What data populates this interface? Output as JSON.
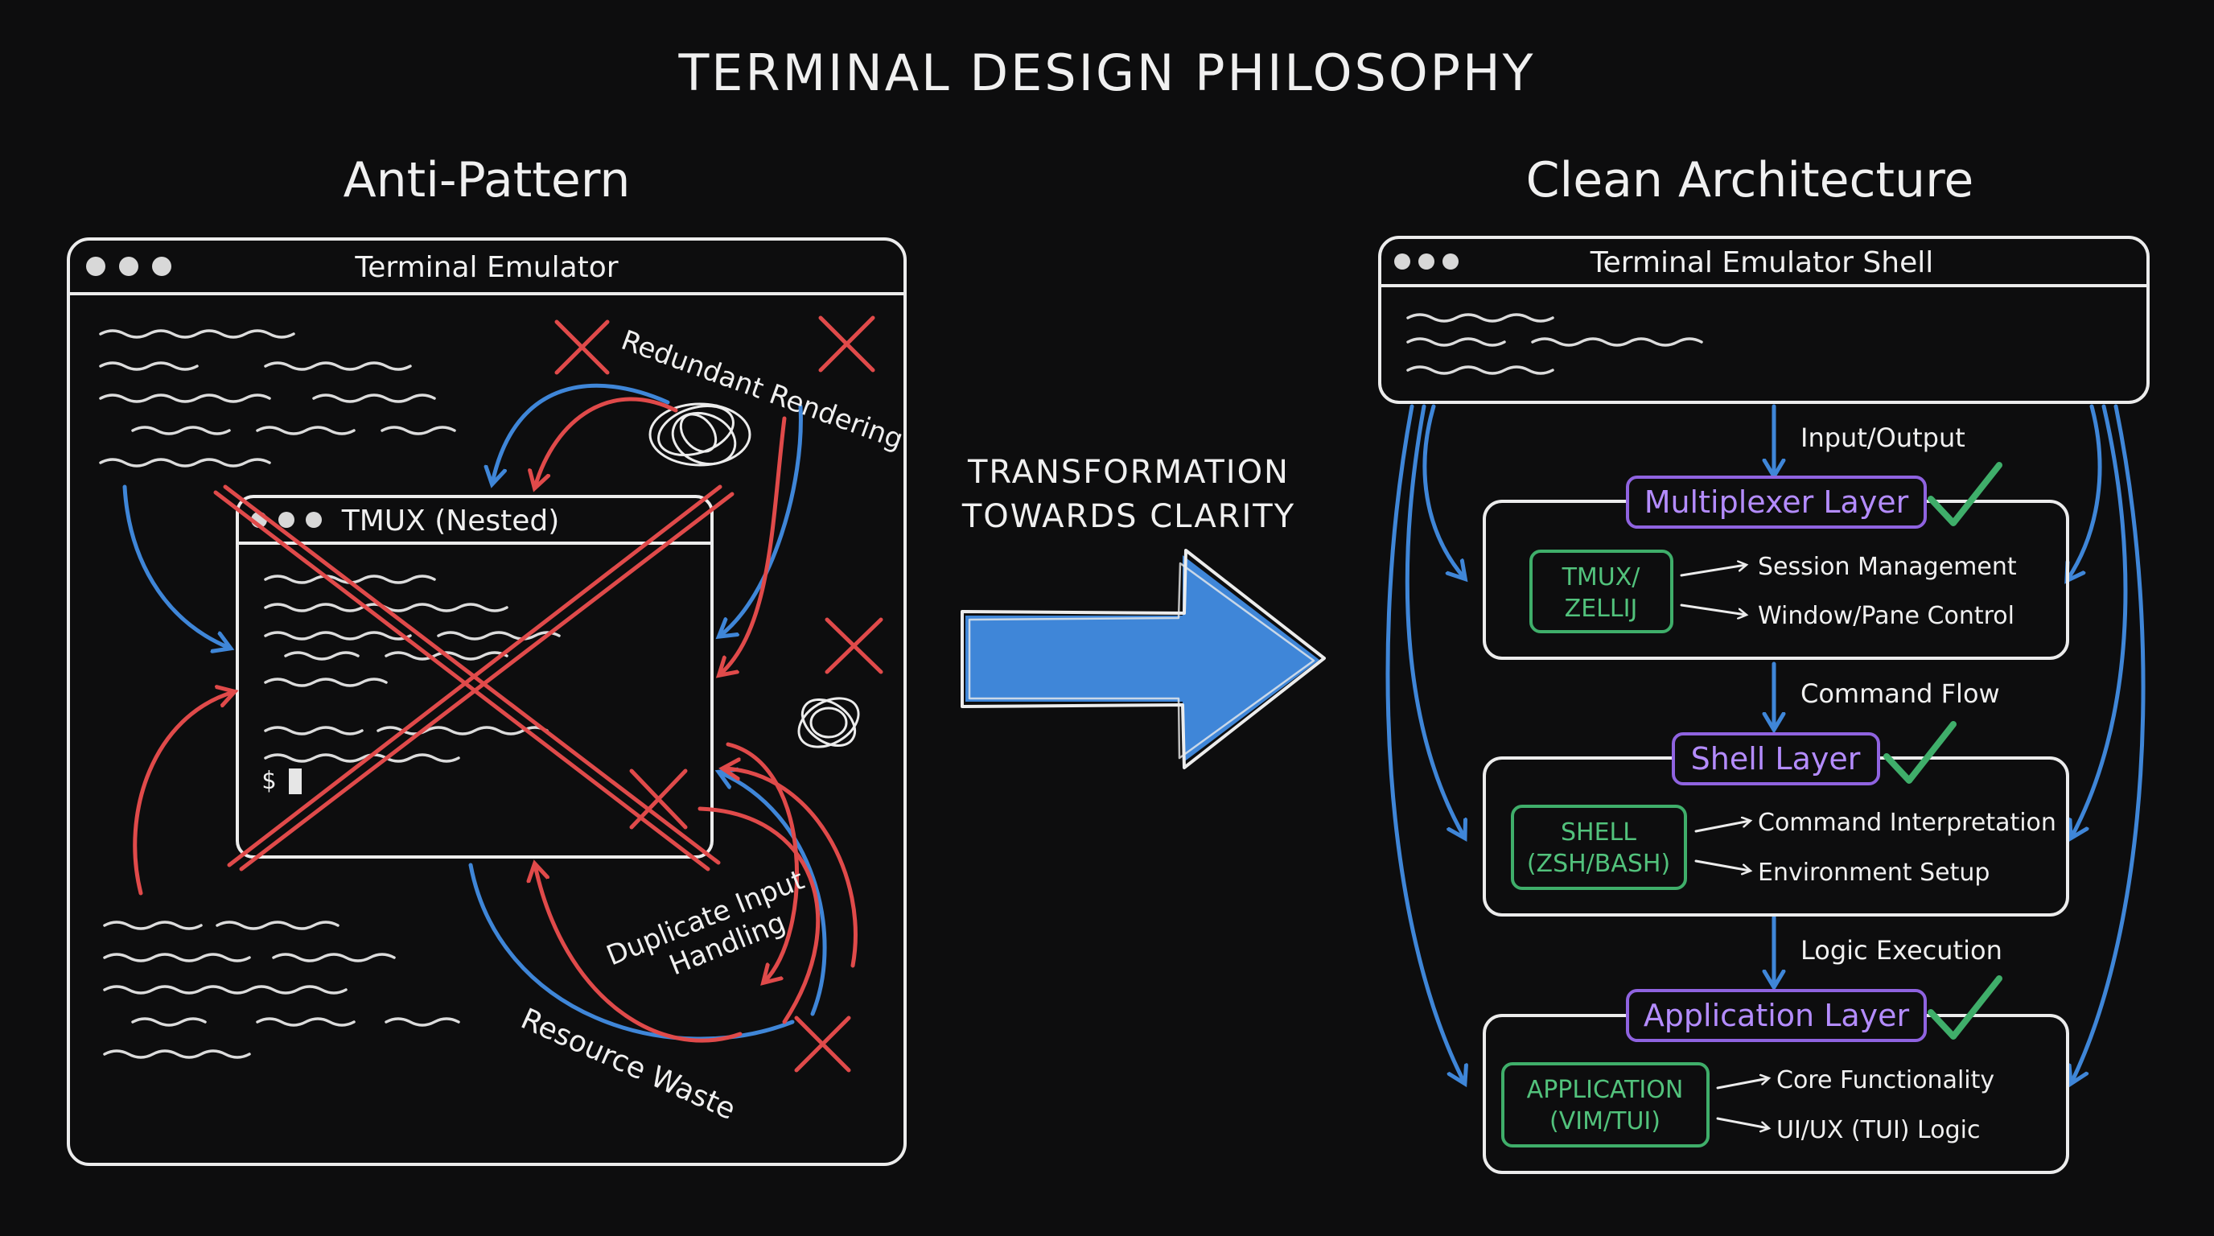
{
  "title": "TERMINAL DESIGN PHILOSOPHY",
  "left": {
    "heading": "Anti-Pattern",
    "window_title": "Terminal Emulator",
    "nested_title": "TMUX (Nested)",
    "prompt": "$",
    "annotations": {
      "redundant": "Redundant Rendering",
      "duplicate_line1": "Duplicate Input",
      "duplicate_line2": "Handling",
      "waste": "Resource Waste"
    }
  },
  "middle": {
    "line1": "TRANSFORMATION",
    "line2": "TOWARDS CLARITY"
  },
  "right": {
    "heading": "Clean Architecture",
    "window_title": "Terminal Emulator Shell",
    "flows": [
      "Input/Output",
      "Command Flow",
      "Logic Execution"
    ],
    "layers": [
      {
        "name": "Multiplexer Layer",
        "component_line1": "TMUX/",
        "component_line2": "ZELLIJ",
        "features": [
          "Session Management",
          "Window/Pane Control"
        ]
      },
      {
        "name": "Shell Layer",
        "component_line1": "SHELL",
        "component_line2": "(ZSH/BASH)",
        "features": [
          "Command Interpretation",
          "Environment Setup"
        ]
      },
      {
        "name": "Application Layer",
        "component_line1": "APPLICATION",
        "component_line2": "(VIM/TUI)",
        "features": [
          "Core Functionality",
          "UI/UX (TUI) Logic"
        ]
      }
    ]
  },
  "colors": {
    "background": "#0d0d0e",
    "chalk": "#ececec",
    "red": "#e04a4a",
    "blue": "#3f86d8",
    "purple": "#8f63e0",
    "green": "#3fae6a"
  }
}
